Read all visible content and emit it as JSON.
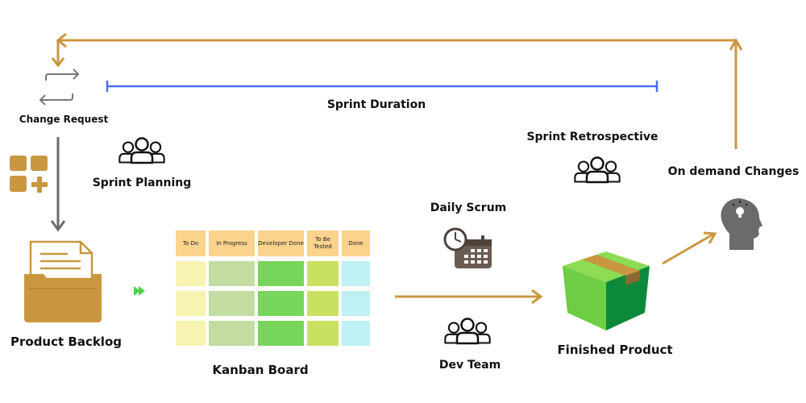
{
  "labels": {
    "change_request": "Change Request",
    "sprint_duration": "Sprint Duration",
    "sprint_planning": "Sprint Planning",
    "sprint_retrospective": "Sprint Retrospective",
    "on_demand_changes": "On demand Changes",
    "daily_scrum": "Daily Scrum",
    "product_backlog": "Product Backlog",
    "kanban_board": "Kanban Board",
    "dev_team": "Dev Team",
    "finished_product": "Finished Product"
  },
  "kanban": {
    "columns": [
      {
        "label": "To Do",
        "color": "#f7f3b0"
      },
      {
        "label": "In Progress",
        "color": "#c3dca2"
      },
      {
        "label": "Developer Done",
        "color": "#77d65a"
      },
      {
        "label": "To Be Tested",
        "color": "#c9e160"
      },
      {
        "label": "Done",
        "color": "#bff0f3"
      }
    ],
    "header_color": "#fbd38d"
  },
  "colors": {
    "loop_arrow": "#c9973f",
    "sprint_duration_line": "#4a6ef0",
    "gray_arrow": "#6b6b6b",
    "folder": "#c9973f",
    "box_top": "#8cdc55",
    "box_front": "#6ecc45",
    "box_side": "#0c8a3a",
    "box_tape": "#c9973f"
  },
  "icons": {
    "change_request": "swap-arrows-icon",
    "backlog_add": "grid-add-icon",
    "backlog_folder": "folder-document-icon",
    "people": "team-icon",
    "calendar": "calendar-clock-icon",
    "head": "head-lightbulb-icon",
    "box": "package-box-icon",
    "play": "double-play-icon"
  }
}
